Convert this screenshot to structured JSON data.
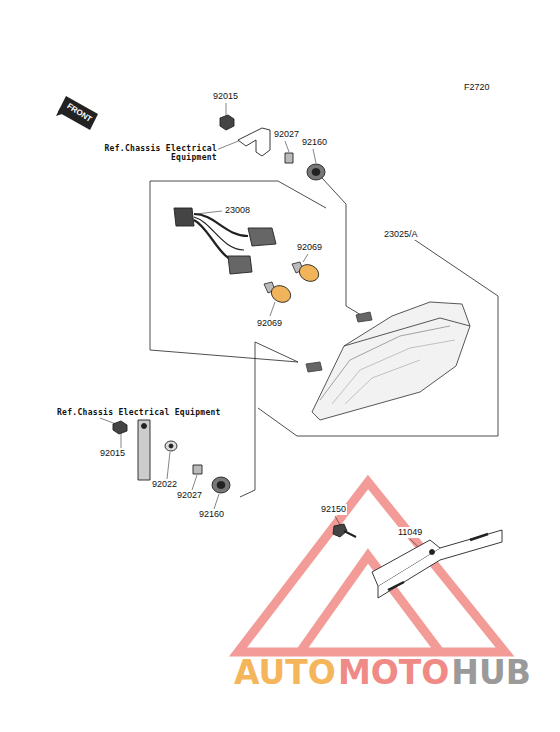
{
  "diagram": {
    "labels": [
      "F2720",
      "FRONT",
      "92015",
      "Ref.Chassis Electrical Equipment",
      "92027",
      "92160",
      "23008",
      "23025/A",
      "92069",
      "92069",
      "Ref.Chassis Electrical Equipment",
      "92015",
      "92022",
      "92027",
      "92160",
      "92150",
      "11049",
      "AUTO",
      "MOTO",
      "HUB"
    ]
  }
}
